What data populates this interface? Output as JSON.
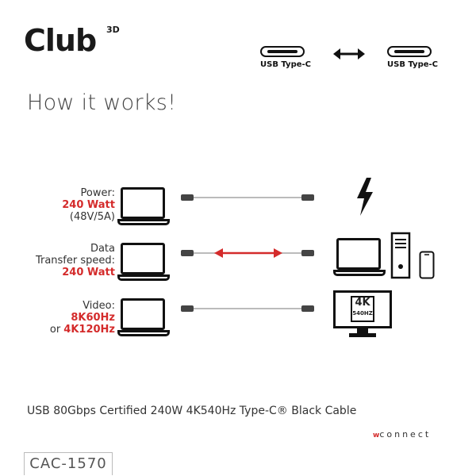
{
  "brand": {
    "name": "Club",
    "superscript": "3D"
  },
  "ports": {
    "left_label": "USB  Type-C",
    "right_label": "USB  Type-C"
  },
  "title": "How it works!",
  "rows": [
    {
      "line1": "Power:",
      "highlight": "240 Watt",
      "line3": "(48V/5A)"
    },
    {
      "line1": "Data",
      "line2": "Transfer speed:",
      "highlight": "240 Watt"
    },
    {
      "line1": "Video:",
      "highlight": "8K60Hz",
      "prefix": "or ",
      "highlight2": "4K120Hz"
    }
  ],
  "monitor_badge": {
    "top": "4K",
    "bottom_left": "540",
    "bottom_right": "HZ"
  },
  "footer": {
    "description": "USB 80Gbps Certified 240W 4K540Hz Type-C® Black Cable",
    "connect_mark": "w",
    "connect_word": "connect",
    "sku": "CAC-1570"
  },
  "colors": {
    "accent": "#d42b2b",
    "ink": "#111111",
    "wire": "#bbbbbb"
  }
}
